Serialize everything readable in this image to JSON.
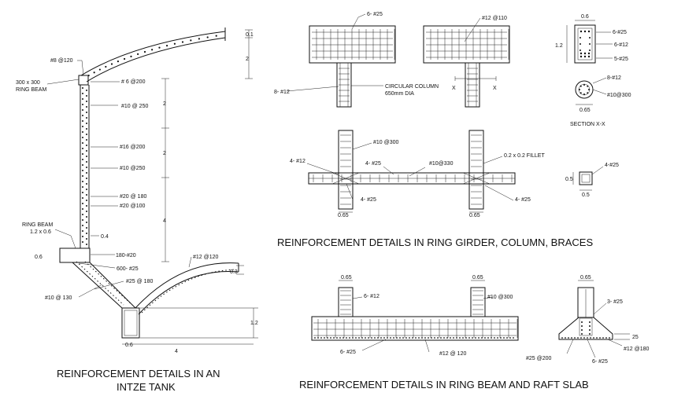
{
  "titles": {
    "intze": [
      "REINFORCEMENT DETAILS IN AN",
      "INTZE TANK"
    ],
    "ring_girder": "REINFORCEMENT DETAILS IN RING GIRDER, COLUMN, BRACES",
    "raft": "REINFORCEMENT DETAILS IN RING BEAM AND RAFT SLAB"
  },
  "intze_labels": {
    "dome_bar": "#8 @120",
    "ring_beam_top": "300 x 300",
    "ring_beam_top2": "RING BEAM",
    "b1": "# 6 @200",
    "b2": "#10 @ 250",
    "b3": "#16 @200",
    "b4": "#10 @250",
    "b5": "#20 @ 180",
    "b6": "#20 @100",
    "ring_beam": "RING BEAM",
    "ring_beam_size": "1.2 x 0.6",
    "d04": "0.4",
    "d06": "0.6",
    "b7": "180-#20",
    "b8": "600- #25",
    "b9": "#25 @ 180",
    "b10": "#10 @ 130",
    "b11": "#12 @120",
    "d03": "0.3",
    "d12": "1.2",
    "d06b": "0.6",
    "d4": "4",
    "dim01": "0.1",
    "dim2": "2",
    "dimA": "2",
    "dimB": "2",
    "dimC": "4"
  },
  "girder_labels": {
    "t1": "6- #25",
    "t2": "#12 @110",
    "t3": "8- #12",
    "t4": "CIRCULAR COLUMN",
    "t5": "650mm DIA",
    "x1": "X",
    "x2": "X",
    "s1": "0.6",
    "s2": "1.2",
    "s3": "6-#25",
    "s4": "6-#12",
    "s5": "5-#25",
    "c1": "8-#12",
    "c2": "#10@300",
    "c3": "0.65",
    "c4": "SECTION X-X",
    "f1": "#10 @300",
    "f2": "0.2 x 0.2 FILLET",
    "f3": "4- #12",
    "f4": "4- #25",
    "f5": "#10@330",
    "f6": "4- #25",
    "f7": "4- #25",
    "f8": "0.65",
    "f9": "0.65",
    "g1": "4-#25",
    "g2": "0.5",
    "g3": "0.5"
  },
  "raft_labels": {
    "r1": "0.65",
    "r2": "0.65",
    "r3": "6- #12",
    "r4": "#10 @300",
    "r5": "6- #25",
    "r6": "#12 @ 120",
    "q1": "0.65",
    "q2": "3- #25",
    "q3": "25",
    "q4": "#25 @200",
    "q5": "6- #25",
    "q6": "#12 @180"
  }
}
